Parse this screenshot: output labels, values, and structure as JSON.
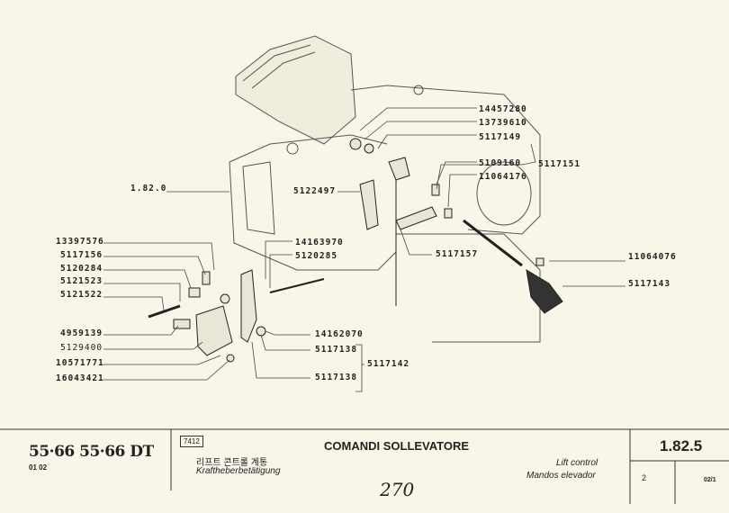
{
  "labels": {
    "p14457280": "14457280",
    "p13739610": "13739610",
    "p5117149": "5117149",
    "p5109160": "5109160",
    "p5117151": "5117151",
    "p11064176": "11064176",
    "p1820": "1.82.0",
    "p5122497": "5122497",
    "p14163970": "14163970",
    "p5120285": "5120285",
    "p5117157": "5117157",
    "p11064076": "11064076",
    "p5117143": "5117143",
    "p13397576": "13397576",
    "p5117156": "5117156",
    "p5120284": "5120284",
    "p5121523": "5121523",
    "p5121522": "5121522",
    "p4959139": "4959139",
    "p5129400": "5129400",
    "p10571771": "10571771",
    "p16043421": "16043421",
    "p14162070": "14162070",
    "p5117138a": "5117138",
    "p5117142": "5117142",
    "p5117138b": "5117138"
  },
  "footer": {
    "models": "55·66  55·66 DT",
    "codes": "01 02",
    "ref_box": "7412",
    "title": "COMANDI SOLLEVATORE",
    "korean": "리프트 콘트롤 계통",
    "german": "Kraftheberbetätigung",
    "english": "Lift control",
    "spanish": "Mandos elevador",
    "handwritten": "270",
    "section": "1.82.5",
    "page_num": "2",
    "edition": "02/1"
  }
}
